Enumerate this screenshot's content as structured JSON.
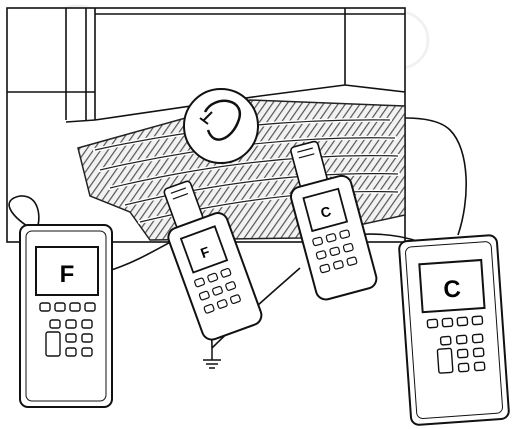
{
  "illustration": {
    "units": {
      "large_left": "F",
      "small_left": "F",
      "small_right": "C",
      "large_right": "C"
    }
  }
}
